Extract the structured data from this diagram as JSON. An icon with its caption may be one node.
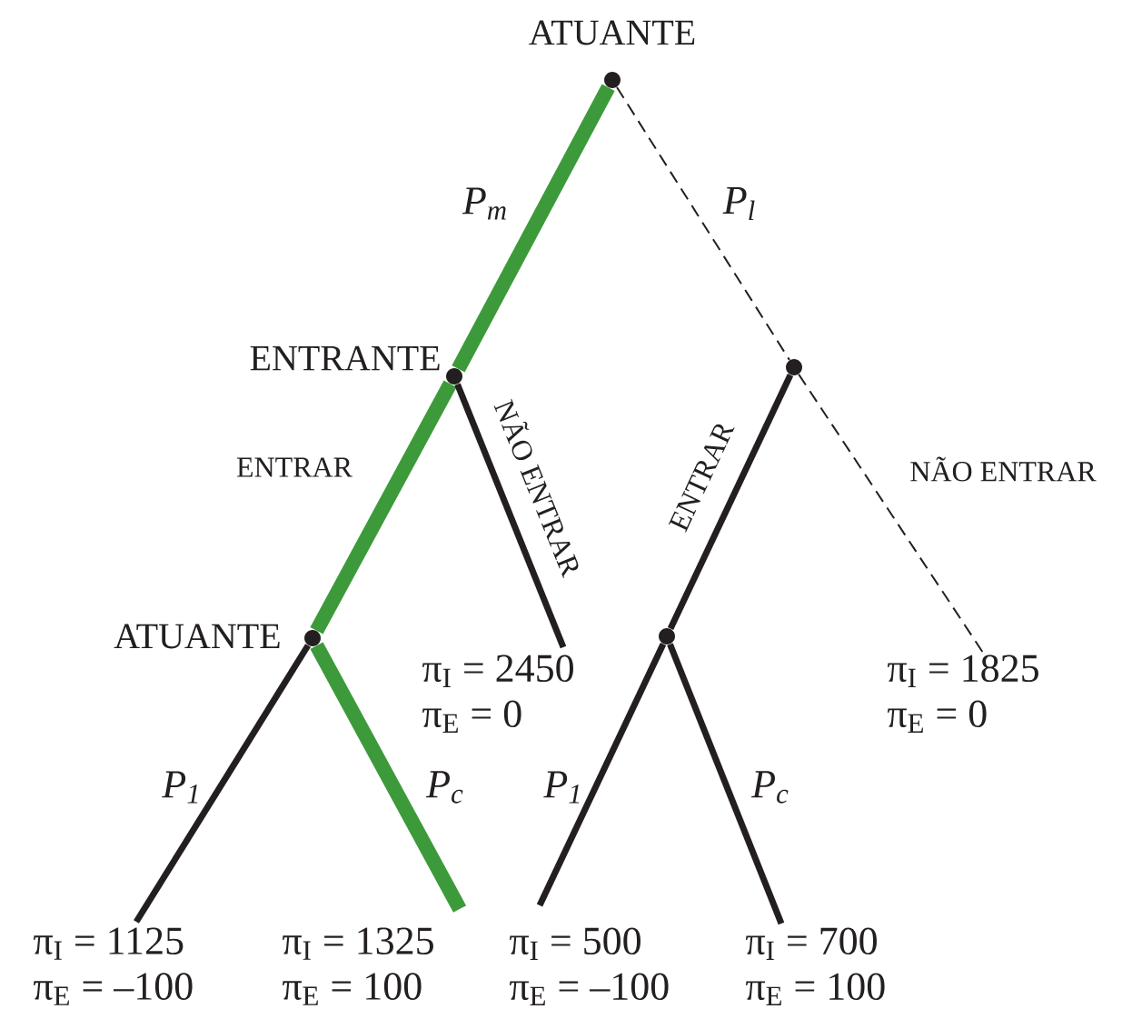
{
  "diagram": {
    "nodes": [
      {
        "text": [
          "ATUANTE"
        ]
      },
      {
        "text": [
          "ENTRANTE"
        ]
      },
      {
        "text": [],
        "shape": "circle"
      },
      {
        "text": [
          "ATUANTE"
        ]
      },
      {
        "text": [],
        "shape": "circle"
      },
      {
        "text": [
          "π$_{I}$ = 2450",
          "π$_{E}$ = 0"
        ]
      },
      {
        "text": [
          "π$_{I}$ = 1825",
          "π$_{E}$ = 0"
        ]
      },
      {
        "text": [
          "π$_{I}$ = 1125",
          "π$_{E}$ = –100"
        ]
      },
      {
        "text": [
          "π$_{I}$ = 1325",
          "π$_{E}$ = 100"
        ]
      },
      {
        "text": [
          "π$_{I}$ = 500",
          "π$_{E}$ = –100"
        ]
      },
      {
        "text": [
          "π$_{I}$ = 700",
          "π$_{E}$ = 100"
        ]
      }
    ],
    "edges": [
      {
        "from": 0,
        "to": 1,
        "arrow": "none",
        "label": "P$_{m}$",
        "style": "thick",
        "color": "#3d9a3a"
      },
      {
        "from": 0,
        "to": 2,
        "arrow": "none",
        "label": "P$_{l}$",
        "style": "dashed"
      },
      {
        "from": 1,
        "to": 3,
        "arrow": "none",
        "label": "ENTRAR",
        "style": "thick",
        "color": "#3d9a3a"
      },
      {
        "from": 1,
        "to": 5,
        "arrow": "none",
        "label": "NÃO ENTRAR"
      },
      {
        "from": 2,
        "to": 4,
        "arrow": "none",
        "label": "ENTRAR"
      },
      {
        "from": 2,
        "to": 6,
        "arrow": "none",
        "label": "NÃO ENTRAR",
        "style": "dashed"
      },
      {
        "from": 3,
        "to": 7,
        "arrow": "none",
        "label": "P$_{1}$"
      },
      {
        "from": 3,
        "to": 8,
        "arrow": "none",
        "label": "P$_{c}$",
        "style": "thick",
        "color": "#3d9a3a"
      },
      {
        "from": 4,
        "to": 9,
        "arrow": "none",
        "label": "P$_{1}$"
      },
      {
        "from": 4,
        "to": 10,
        "arrow": "none",
        "label": "P$_{c}$"
      }
    ]
  }
}
